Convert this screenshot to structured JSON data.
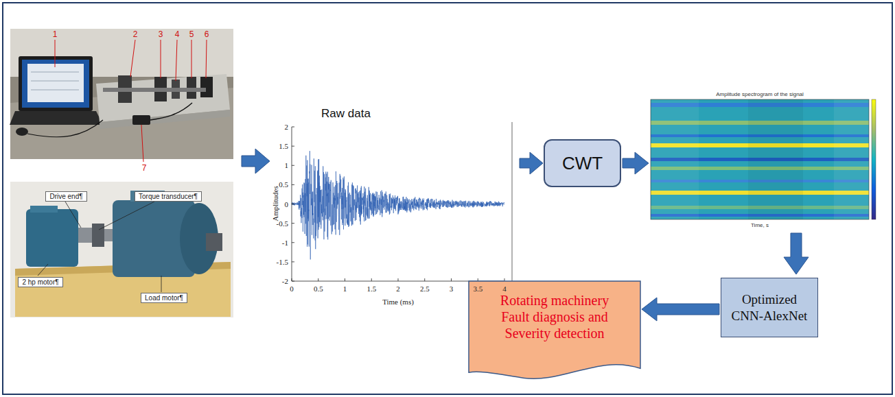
{
  "diagram": {
    "nodes": [
      {
        "text": [
          "Drive end¶"
        ]
      },
      {
        "text": [
          "Torque transducer¶"
        ]
      },
      {
        "text": [
          "2 hp motor¶"
        ]
      },
      {
        "text": [
          "Load motor¶"
        ]
      },
      {
        "text": [
          "CWT"
        ]
      },
      {
        "text": [
          "Optimized CNN-AlexNet"
        ]
      },
      {
        "text": [
          "Rotating machinery Fault diagnosis and Severity detection"
        ]
      }
    ],
    "edges": [
      {
        "from": 5,
        "to": 6,
        "arrow": "to"
      }
    ],
    "labels": [
      "1",
      "2",
      "3",
      "4",
      "5",
      "6",
      "7",
      "Raw data",
      "2",
      "1.5",
      "1",
      "0.5",
      "0",
      "-0.5",
      "-1",
      "-1.5",
      "-2",
      "0",
      "0.5",
      "1",
      "1.5",
      "2",
      "2.5",
      "3",
      "3.5",
      "4",
      "Time (ms)",
      "Amplitudes",
      "Amplitude spectrogram of the signal",
      "Time, s"
    ]
  }
}
